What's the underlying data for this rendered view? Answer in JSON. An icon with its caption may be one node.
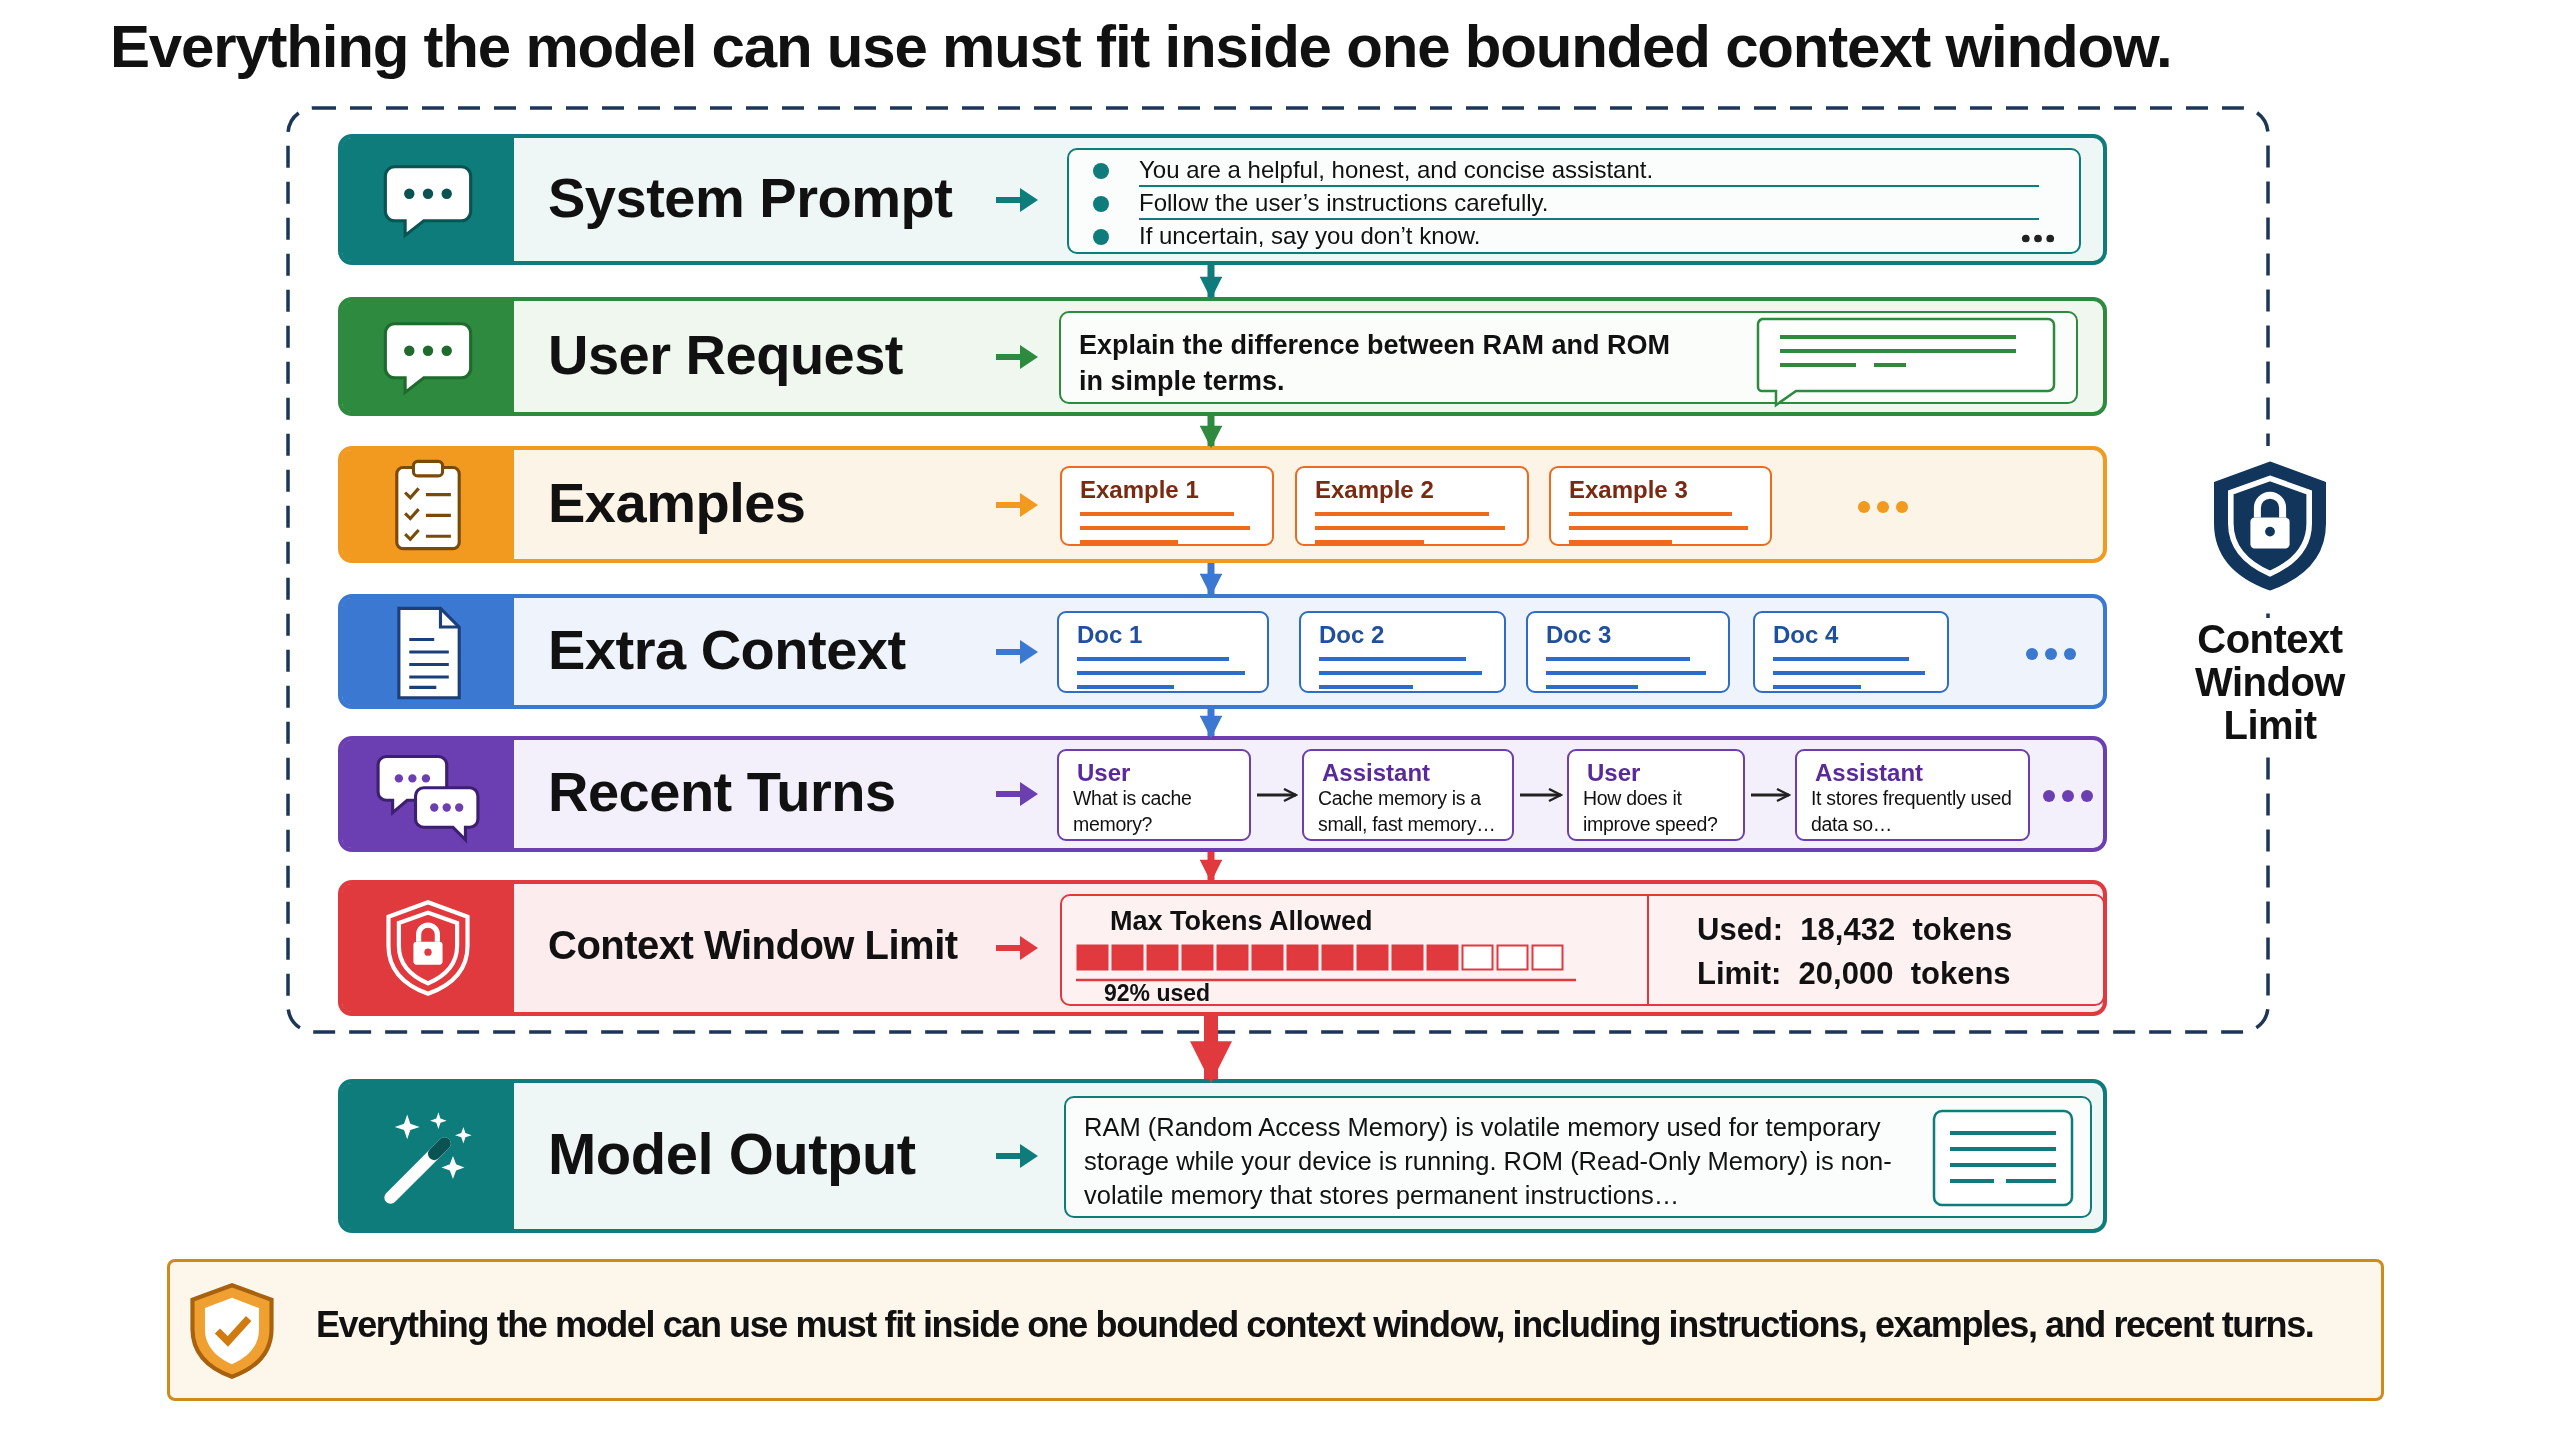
{
  "diagram": {
    "title": "Everything the model can use must fit inside one bounded context window.",
    "nodes": [
      {
        "text": [
          "Context Window Limit"
        ]
      },
      {
        "text": [
          "System Prompt"
        ],
        "in": 0
      },
      {
        "text": [
          "You are a helpful, honest, and concise assistant.",
          "Follow the user’s instructions carefully.",
          "If uncertain, say you don’t know."
        ],
        "in": 1
      },
      {
        "text": [
          "User Request"
        ],
        "in": 0
      },
      {
        "text": [
          "Explain the difference between RAM and ROM in simple terms."
        ],
        "in": 3
      },
      {
        "text": [
          "Examples"
        ],
        "in": 0
      },
      {
        "text": [
          "Example 1"
        ],
        "in": 5
      },
      {
        "text": [
          "Example 2"
        ],
        "in": 5
      },
      {
        "text": [
          "Example 3"
        ],
        "in": 5
      },
      {
        "text": [
          "Extra Context"
        ],
        "in": 0
      },
      {
        "text": [
          "Doc 1"
        ],
        "in": 9
      },
      {
        "text": [
          "Doc 2"
        ],
        "in": 9
      },
      {
        "text": [
          "Doc 3"
        ],
        "in": 9
      },
      {
        "text": [
          "Doc 4"
        ],
        "in": 9
      },
      {
        "text": [
          "Recent Turns"
        ],
        "in": 0
      },
      {
        "text": [
          "User",
          "What is cache memory?"
        ],
        "in": 14
      },
      {
        "text": [
          "Assistant",
          "Cache memory is a small, fast memory…"
        ],
        "in": 14
      },
      {
        "text": [
          "User",
          "How does it improve speed?"
        ],
        "in": 14
      },
      {
        "text": [
          "Assistant",
          "It stores frequently used data so…"
        ],
        "in": 14
      },
      {
        "text": [
          "Context Window Limit"
        ],
        "in": 0
      },
      {
        "text": [
          "Max Tokens Allowed",
          "92% used",
          "Used:  18,432  tokens",
          "Limit:  20,000  tokens"
        ],
        "in": 19
      },
      {
        "text": [
          "Model Output"
        ]
      },
      {
        "text": [
          "RAM (Random Access Memory) is volatile memory used for temporary storage while your device is running. ROM (Read-Only Memory) is non-volatile memory that stores permanent instructions…"
        ],
        "in": 21
      },
      {
        "text": [
          "Everything the model can use must fit inside one bounded context window, including instructions, examples, and recent turns."
        ]
      }
    ],
    "edges": [
      {
        "from": 1,
        "to": 3,
        "arrow": "to",
        "color": "#0e7c7b"
      },
      {
        "from": 3,
        "to": 5,
        "arrow": "to",
        "color": "#2d8a3e"
      },
      {
        "from": 5,
        "to": 9,
        "arrow": "to",
        "color": "#3b78d2"
      },
      {
        "from": 9,
        "to": 14,
        "arrow": "to",
        "color": "#3b78d2"
      },
      {
        "from": 15,
        "to": 16,
        "arrow": "to"
      },
      {
        "from": 16,
        "to": 17,
        "arrow": "to"
      },
      {
        "from": 17,
        "to": 18,
        "arrow": "to"
      },
      {
        "from": 14,
        "to": 19,
        "arrow": "to",
        "color": "#e0393e"
      },
      {
        "from": 19,
        "to": 21,
        "arrow": "to",
        "style": "thick",
        "color": "#e0393e"
      }
    ]
  }
}
